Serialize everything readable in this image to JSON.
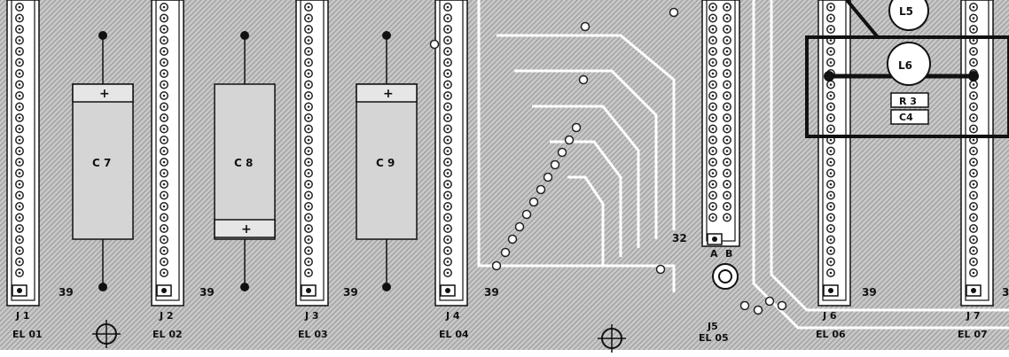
{
  "connectors": [
    {
      "ref": "J 1",
      "name": "EL 01",
      "pin_label": "39"
    },
    {
      "ref": "J 2",
      "name": "EL 02",
      "pin_label": "39"
    },
    {
      "ref": "J 3",
      "name": "EL 03",
      "pin_label": "39"
    },
    {
      "ref": "J 4",
      "name": "EL 04",
      "pin_label": "39"
    },
    {
      "ref": "J5",
      "name": "EL 05",
      "pin_label": "32"
    },
    {
      "ref": "J 6",
      "name": "EL 06",
      "pin_label": "39"
    },
    {
      "ref": "J 7",
      "name": "EL 07",
      "pin_label": "3"
    }
  ],
  "capacitors": [
    {
      "ref": "C 7",
      "polarity": "+"
    },
    {
      "ref": "C 8",
      "polarity": "+"
    },
    {
      "ref": "C 9",
      "polarity": "+"
    }
  ],
  "j5_columns": {
    "a": "A",
    "b": "B"
  },
  "inset": {
    "l5": "L5",
    "l6": "L6",
    "r3": "R 3",
    "c4": "C4"
  },
  "colors": {
    "board": "#bdbdbd",
    "trace": "#ffffff",
    "ink": "#111111",
    "hatch": "#8a8a8a"
  }
}
